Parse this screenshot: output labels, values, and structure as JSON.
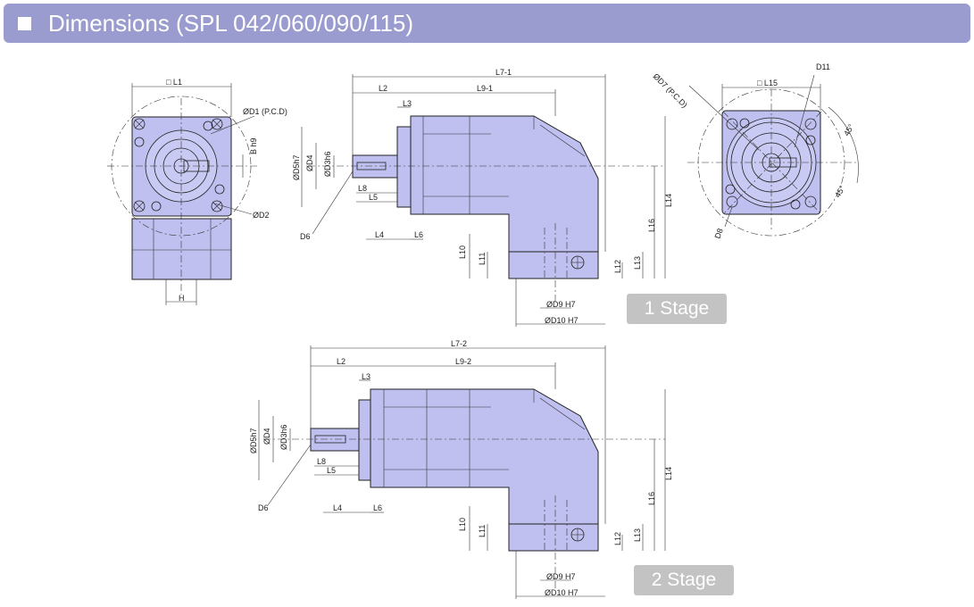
{
  "header": {
    "title": "Dimensions (SPL 042/060/090/115)"
  },
  "stages": {
    "stage1": "1 Stage",
    "stage2": "2 Stage"
  },
  "front_view": {
    "L1": "□ L1",
    "D1": "ØD1 (P.C.D)",
    "B": "B h9",
    "D2": "ØD2",
    "H": "H"
  },
  "side_view_1": {
    "L7": "L7-1",
    "L9": "L9-1",
    "L2": "L2",
    "L3": "L3",
    "L4": "L4",
    "L5": "L5",
    "L6": "L6",
    "L8": "L8",
    "L10": "L10",
    "L11": "L11",
    "L12": "L12",
    "L13": "L13",
    "L14": "L14",
    "L16": "L16",
    "D3": "ØD3h6",
    "D4": "ØD4",
    "D5": "ØD5h7",
    "D6": "D6",
    "D9": "ØD9 H7",
    "D10": "ØD10 H7"
  },
  "side_view_2": {
    "L7": "L7-2",
    "L9": "L9-2",
    "L2": "L2",
    "L3": "L3",
    "L4": "L4",
    "L5": "L5",
    "L6": "L6",
    "L8": "L8",
    "L10": "L10",
    "L11": "L11",
    "L12": "L12",
    "L13": "L13",
    "L14": "L14",
    "L16": "L16",
    "D3": "ØD3h6",
    "D4": "ØD4",
    "D5": "ØD5h7",
    "D6": "D6",
    "D9": "ØD9 H7",
    "D10": "ØD10 H7"
  },
  "bottom_view": {
    "L15": "□ L15",
    "D7": "ØD7 (P.C.D)",
    "D8": "D8",
    "D11": "D11",
    "angle1": "45°",
    "angle2": "45°"
  },
  "colors": {
    "header_bg": "#9a9cd0",
    "body_fill": "#bfc0f0",
    "stage_bg": "#c3c3c3"
  }
}
